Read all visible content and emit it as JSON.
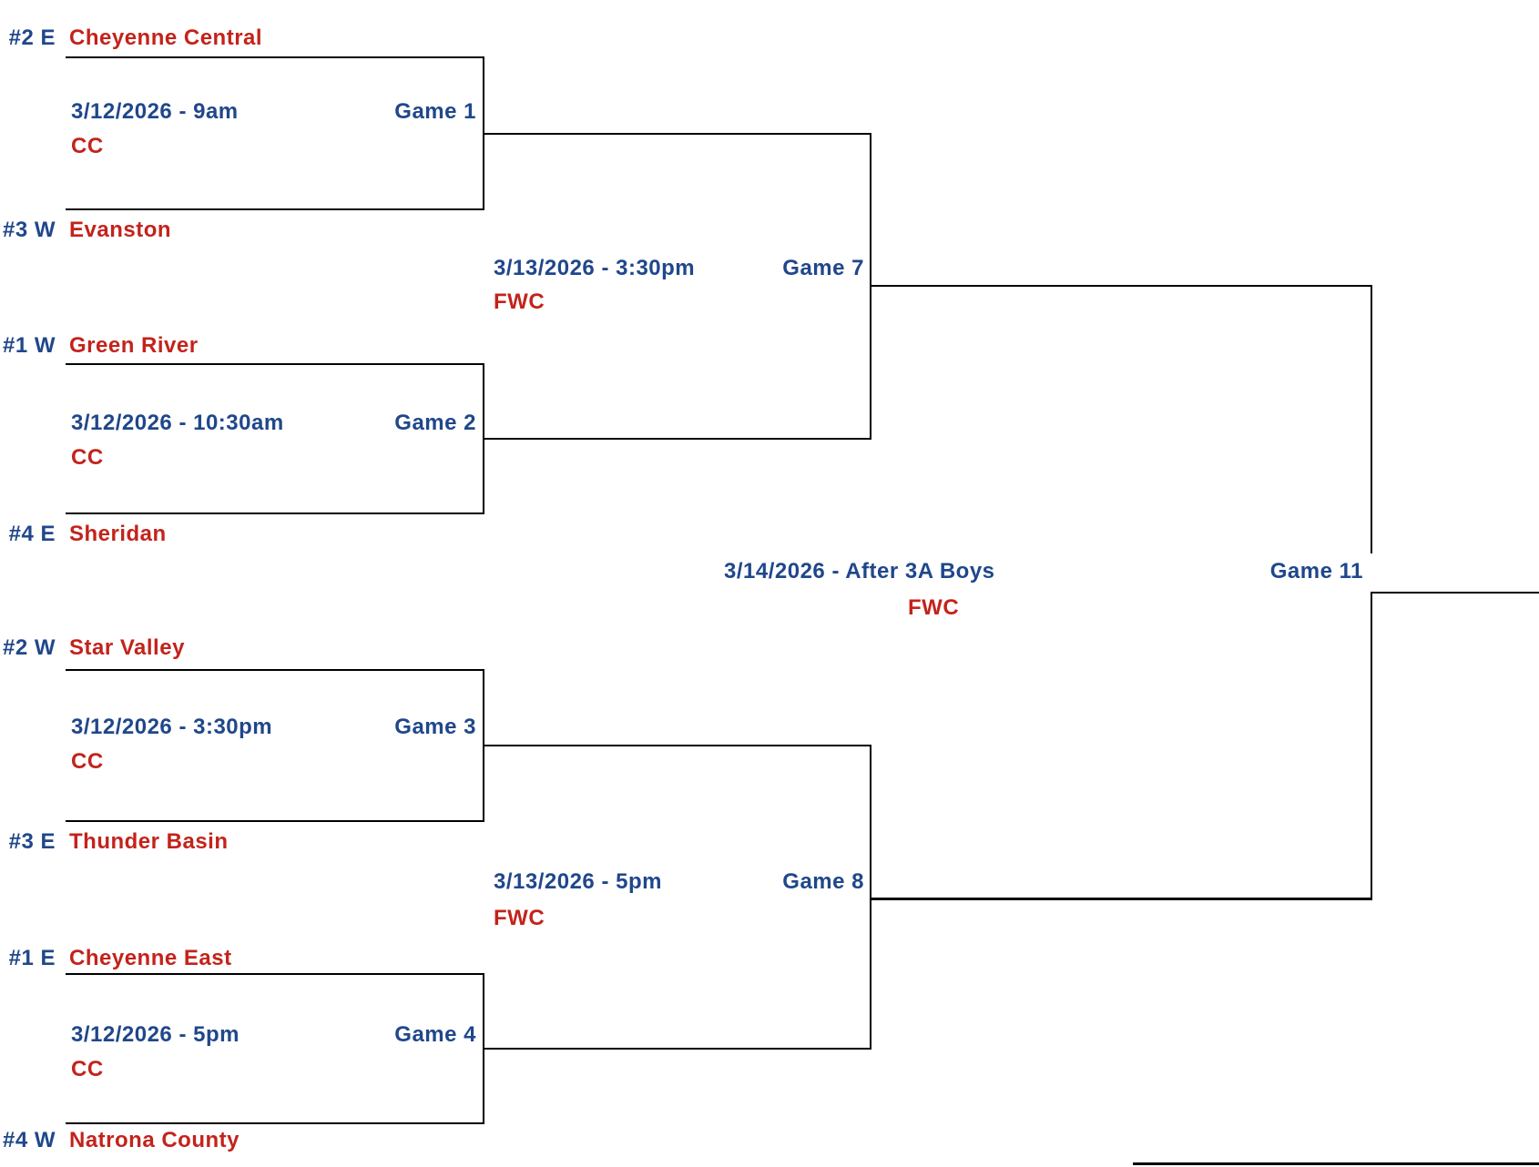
{
  "colors": {
    "seed_and_schedule_blue": "#20478B",
    "team_and_venue_red": "#C3231B",
    "bracket_line_black": "#000000",
    "background": "#ffffff"
  },
  "round1": [
    {
      "top_seed": "#2 E",
      "top_team": "Cheyenne Central",
      "datetime": "3/12/2026 - 9am",
      "game": "Game 1",
      "venue": "CC",
      "bottom_seed": "#3 W",
      "bottom_team": "Evanston"
    },
    {
      "top_seed": "#1 W",
      "top_team": "Green River",
      "datetime": "3/12/2026 - 10:30am",
      "game": "Game 2",
      "venue": "CC",
      "bottom_seed": "#4 E",
      "bottom_team": "Sheridan"
    },
    {
      "top_seed": "#2 W",
      "top_team": "Star Valley",
      "datetime": "3/12/2026 - 3:30pm",
      "game": "Game 3",
      "venue": "CC",
      "bottom_seed": "#3 E",
      "bottom_team": "Thunder Basin"
    },
    {
      "top_seed": "#1 E",
      "top_team": "Cheyenne East",
      "datetime": "3/12/2026 - 5pm",
      "game": "Game 4",
      "venue": "CC",
      "bottom_seed": "#4 W",
      "bottom_team": "Natrona County"
    }
  ],
  "semifinals": [
    {
      "datetime": "3/13/2026 - 3:30pm",
      "game": "Game 7",
      "venue": "FWC"
    },
    {
      "datetime": "3/13/2026 - 5pm",
      "game": "Game 8",
      "venue": "FWC"
    }
  ],
  "final": {
    "datetime": "3/14/2026 - After 3A Boys",
    "game": "Game 11",
    "venue": "FWC"
  }
}
